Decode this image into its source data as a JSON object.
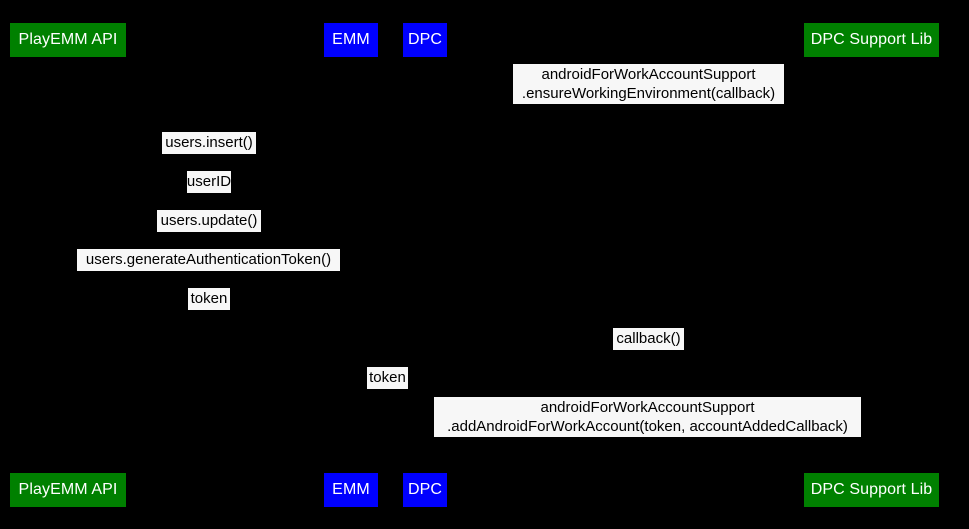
{
  "diagram": {
    "type": "sequence-diagram",
    "title": "",
    "background_color": "#000000",
    "actor_green_color": "#008000",
    "actor_blue_color": "#0000ff",
    "label_background_color": "#f7f7f7",
    "label_text_color": "#000000",
    "actor_text_color": "#ffffff"
  },
  "actors_top": [
    {
      "label": "PlayEMM API",
      "color": "green"
    },
    {
      "label": "EMM",
      "color": "blue"
    },
    {
      "label": "DPC",
      "color": "blue"
    },
    {
      "label": "DPC Support Lib",
      "color": "green"
    }
  ],
  "actors_bottom": [
    {
      "label": "PlayEMM API",
      "color": "green"
    },
    {
      "label": "EMM",
      "color": "blue"
    },
    {
      "label": "DPC",
      "color": "blue"
    },
    {
      "label": "DPC Support Lib",
      "color": "green"
    }
  ],
  "messages": [
    {
      "id": "ensure-working-environment",
      "line1": "androidForWorkAccountSupport",
      "line2": ".ensureWorkingEnvironment(callback)"
    },
    {
      "id": "users-insert",
      "line1": "users.insert()",
      "line2": ""
    },
    {
      "id": "user-id",
      "line1": "userID",
      "line2": ""
    },
    {
      "id": "users-update",
      "line1": "users.update()",
      "line2": ""
    },
    {
      "id": "generate-authentication-token",
      "line1": "users.generateAuthenticationToken()",
      "line2": ""
    },
    {
      "id": "token-upper",
      "line1": "token",
      "line2": ""
    },
    {
      "id": "callback",
      "line1": "callback()",
      "line2": ""
    },
    {
      "id": "token-lower",
      "line1": "token",
      "line2": ""
    },
    {
      "id": "add-android-for-work-account",
      "line1": "androidForWorkAccountSupport",
      "line2": ".addAndroidForWorkAccount(token, accountAddedCallback)"
    }
  ]
}
